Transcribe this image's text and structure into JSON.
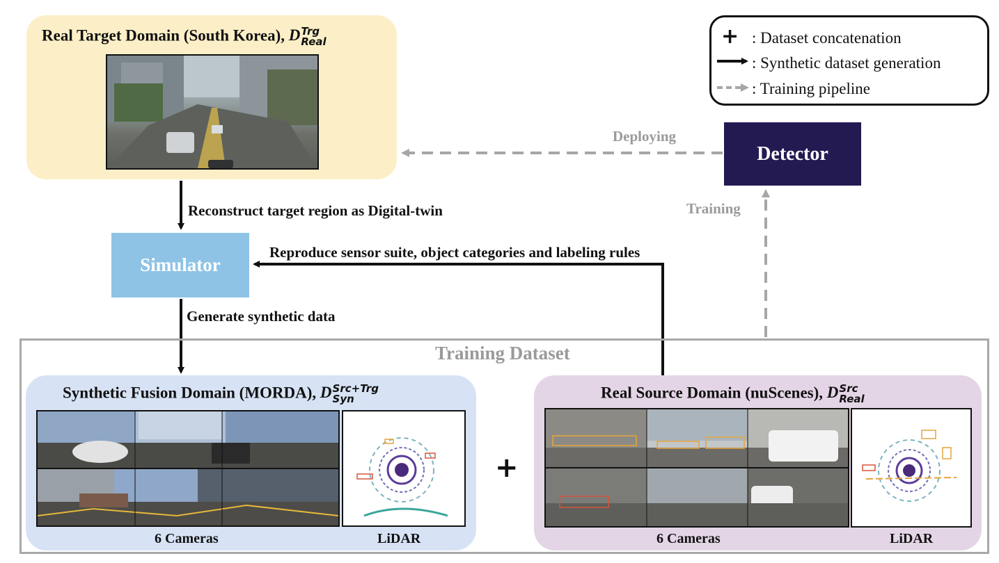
{
  "target": {
    "title": "Real Target Domain (South Korea), ",
    "symbol": "D",
    "sup": "Trg",
    "sub": "Real"
  },
  "legend": {
    "concat_symbol": "+",
    "concat": ": Dataset concatenation",
    "synthetic": ": Synthetic dataset generation",
    "training": ": Training pipeline"
  },
  "detector": "Detector",
  "simulator": "Simulator",
  "edges": {
    "deploying": "Deploying",
    "training": "Training",
    "reconstruct": "Reconstruct target region as Digital-twin",
    "reproduce": "Reproduce sensor suite, object categories and labeling rules",
    "generate": "Generate synthetic data"
  },
  "dataset": {
    "title": "Training Dataset",
    "plus": "+",
    "synthetic": {
      "title": "Synthetic Fusion Domain (MORDA), ",
      "symbol": "D",
      "sup": "Src+Trg",
      "sub": "Syn",
      "cameras": "6 Cameras",
      "lidar": "LiDAR"
    },
    "source": {
      "title": "Real Source Domain (nuScenes), ",
      "symbol": "D",
      "sup": "Src",
      "sub": "Real",
      "cameras": "6 Cameras",
      "lidar": "LiDAR"
    }
  },
  "colors": {
    "target_panel": "#fcefc8",
    "detector": "#231a52",
    "simulator": "#8ec3e6",
    "synthetic_panel": "#d7e3f5",
    "source_panel": "#e4d5e6",
    "dashed_grey": "#a6a6a6"
  }
}
